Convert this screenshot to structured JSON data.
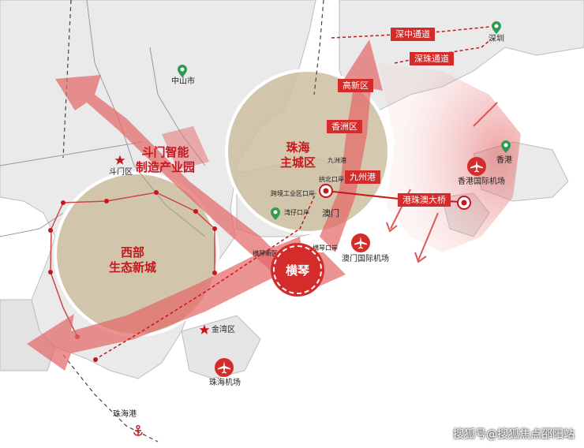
{
  "map": {
    "labels": {
      "zhongshan": "中山市",
      "doumen_district": "斗门区",
      "doumen_park": "斗门智能\n制造产业园",
      "west_city": "西部\n生态新城",
      "jinwan": "金湾区",
      "zhuhai_airport": "珠海机场",
      "zhuhai_port": "珠海港",
      "main_city": "珠海\n主城区",
      "jiuzhou_port_small": "九洲港",
      "gongbei": "拱北口岸",
      "industrial_port": "跨境工业区口岸",
      "wanzai": "湾仔口岸",
      "macau": "澳门",
      "hengqin_new_area": "横琴新区",
      "hengqin_port": "横琴口岸",
      "macau_airport": "澳门国际机场",
      "hengqin": "横琴",
      "shenzhen": "深圳",
      "hongkong": "香港",
      "hk_airport": "香港国际机场"
    },
    "tags": {
      "shenzhong": "深中通道",
      "shenzhu": "深珠通道",
      "gaoxin": "高新区",
      "xiangzhou": "香洲区",
      "jiuzhou_port": "九州港",
      "hzmb": "港珠澳大桥"
    },
    "watermark": "搜狐号@搜狐焦点邵阳站",
    "colors": {
      "accent_red": "#d42b2b",
      "circle_fill": "#cfc2a4",
      "land": "#ececec",
      "pin_green": "#2e9a52"
    },
    "icons": [
      "location-pin-icon",
      "star-icon",
      "airplane-icon",
      "target-icon",
      "anchor-icon"
    ]
  }
}
